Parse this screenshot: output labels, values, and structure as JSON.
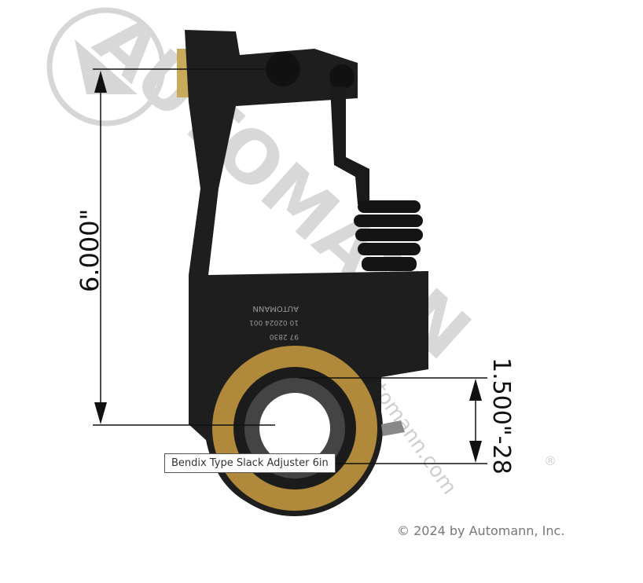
{
  "product": {
    "tooltip": "Bendix Type Slack Adjuster 6in",
    "dimensions": {
      "length": "6.000\"",
      "spline": "1.500\"-28"
    },
    "part_markings": [
      "AUTOMANN",
      "10 02024 001",
      "97 2830"
    ]
  },
  "watermark": {
    "brand": "AUTOMANN",
    "website": "automann.com",
    "registered": "®"
  },
  "copyright": "© 2024 by Automann, Inc.",
  "colors": {
    "part": "#1c1c1c",
    "ring": "#b08a3a",
    "watermark": "#d4d4d4",
    "dimension_lines": "#111111"
  }
}
